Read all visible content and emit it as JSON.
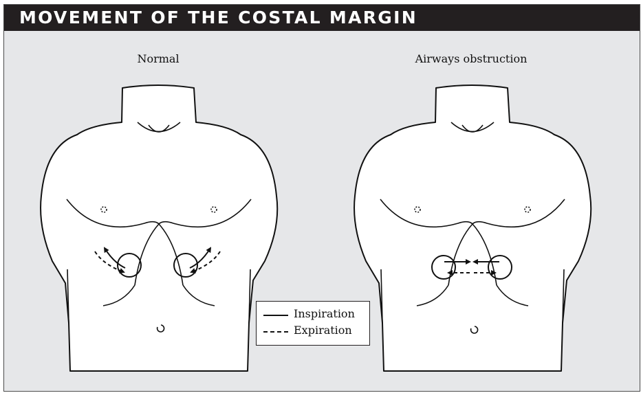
{
  "header": {
    "title": "MOVEMENT OF THE COSTAL MARGIN"
  },
  "panels": [
    {
      "title": "Normal"
    },
    {
      "title": "Airways obstruction"
    }
  ],
  "legend": {
    "inspiration_label": "Inspiration",
    "expiration_label": "Expiration"
  },
  "colors": {
    "header_bg": "#231f20",
    "panel_bg": "#e6e7e9",
    "ink": "#111111"
  }
}
